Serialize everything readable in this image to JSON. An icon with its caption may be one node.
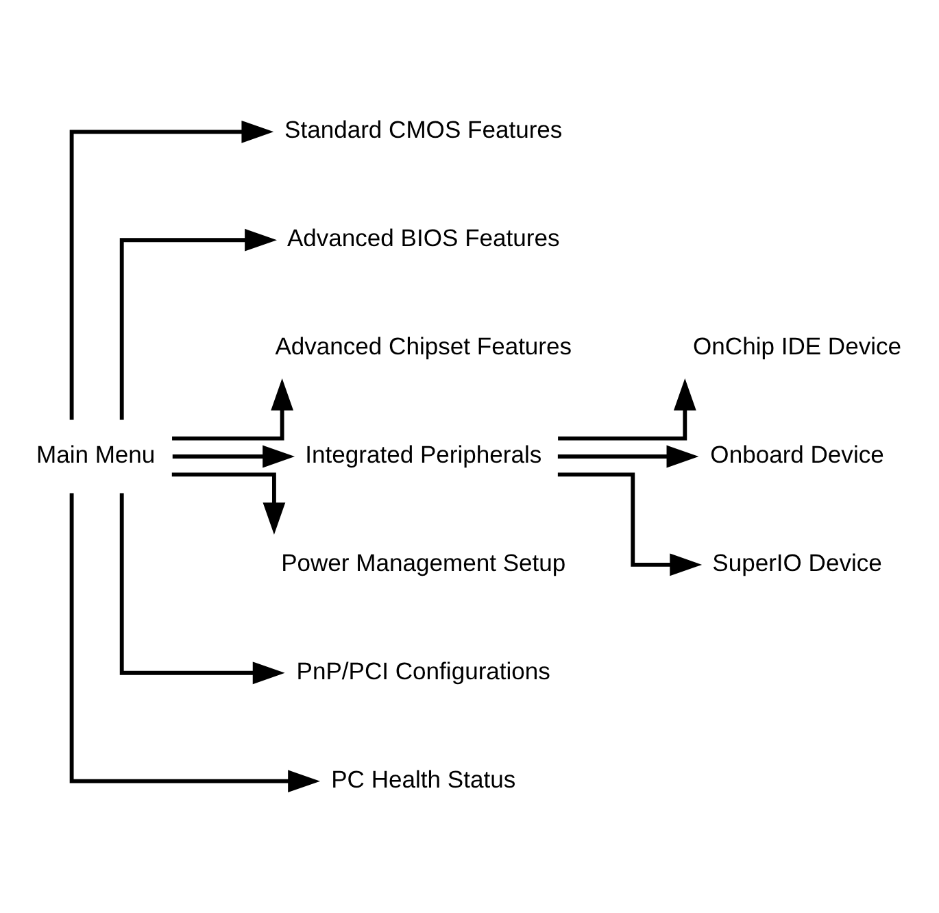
{
  "diagram": {
    "nodes": [
      {
        "text": [
          "Main Menu"
        ]
      },
      {
        "text": [
          "Standard CMOS Features"
        ]
      },
      {
        "text": [
          "Advanced BIOS Features"
        ]
      },
      {
        "text": [
          "Advanced Chipset Features"
        ]
      },
      {
        "text": [
          "Integrated Peripherals"
        ]
      },
      {
        "text": [
          "OnChip IDE Device"
        ]
      },
      {
        "text": [
          "Onboard Device"
        ]
      },
      {
        "text": [
          "SuperIO Device"
        ]
      },
      {
        "text": [
          "Power Management Setup"
        ]
      },
      {
        "text": [
          "PnP/PCI Configurations"
        ]
      },
      {
        "text": [
          "PC Health Status"
        ]
      }
    ],
    "edges": [
      {
        "from": 0,
        "to": 1,
        "arrow": "to"
      },
      {
        "from": 0,
        "to": 2,
        "arrow": "to"
      },
      {
        "from": 0,
        "to": 3,
        "arrow": "to"
      },
      {
        "from": 0,
        "to": 4,
        "arrow": "to"
      },
      {
        "from": 4,
        "to": 5,
        "arrow": "to"
      },
      {
        "from": 4,
        "to": 6,
        "arrow": "to"
      },
      {
        "from": 4,
        "to": 7,
        "arrow": "to"
      },
      {
        "from": 0,
        "to": 8,
        "arrow": "to"
      },
      {
        "from": 0,
        "to": 9,
        "arrow": "to"
      },
      {
        "from": 0,
        "to": 10,
        "arrow": "to"
      }
    ]
  }
}
